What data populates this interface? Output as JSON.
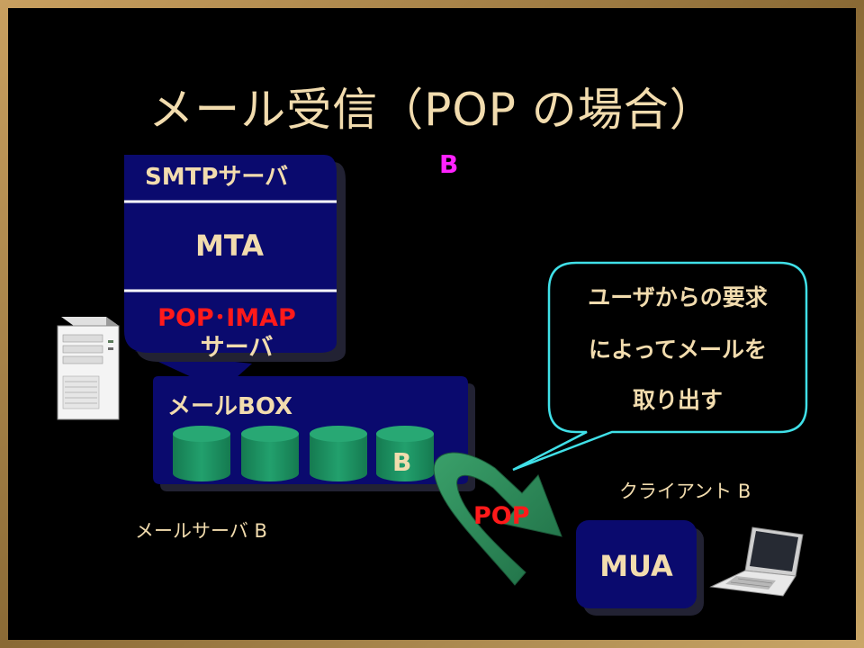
{
  "slide": {
    "title": "メール受信（POP の場合）",
    "top_marker": "B"
  },
  "server": {
    "smtp_label": "SMTPサーバ",
    "mta_label": "MTA",
    "popimap_label": "POP･IMAP",
    "popimap_sub": "サーバ",
    "mailbox_label": "メールBOX",
    "cylinder_label": "B",
    "caption": "メールサーバ B"
  },
  "client": {
    "caption": "クライアント B",
    "mua_label": "MUA"
  },
  "arrow": {
    "label": "POP"
  },
  "callout": {
    "line1": "ユーザからの要求",
    "line2": "によってメールを",
    "line3": "取り出す"
  },
  "colors": {
    "background": "#000000",
    "frame": "#b18a4b",
    "box_fill": "#0a0a6e",
    "text": "#f2dcae",
    "red_text": "#ff1a1a",
    "marker": "#ff22ff",
    "cylinder": "#1b8a5e",
    "arrow": "#2e8b57",
    "callout_border": "#40e0e8"
  },
  "icons": {
    "server": "tower-server-icon",
    "client": "laptop-icon"
  }
}
